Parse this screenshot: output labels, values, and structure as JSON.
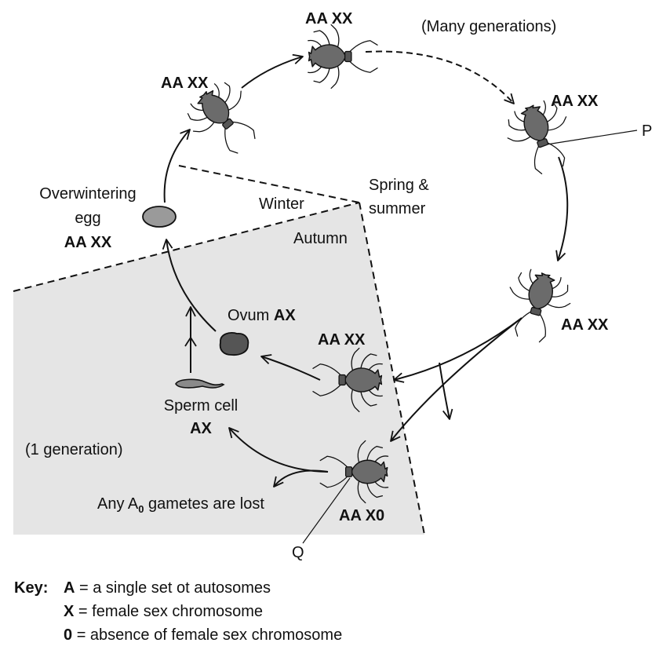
{
  "stages": {
    "top_left": "AA XX",
    "top": "AA XX",
    "right_p": "AA XX",
    "right_lower": "AA XX",
    "autumn_female": "AA XX",
    "male": "AA X0"
  },
  "labels": {
    "many_generations": "(Many generations)",
    "overwintering_line1": "Overwintering",
    "overwintering_line2": "egg",
    "overwintering_genotype": "AA XX",
    "winter": "Winter",
    "spring_summer_line1": "Spring &",
    "spring_summer_line2": "summer",
    "autumn": "Autumn",
    "ovum_text": "Ovum",
    "ovum_genotype": "AX",
    "sperm_line1": "Sperm cell",
    "sperm_genotype": "AX",
    "one_generation": "(1 generation)",
    "gametes_lost_pre": "Any A",
    "gametes_lost_sub": "0",
    "gametes_lost_post": " gametes are lost",
    "point_p": "P",
    "point_q": "Q"
  },
  "key": {
    "title": "Key:",
    "rows": [
      {
        "symbol": "A",
        "text": "= a single set ot autosomes"
      },
      {
        "symbol": "X",
        "text": "= female sex chromosome"
      },
      {
        "symbol": "0",
        "text": "= absence of female sex chromosome"
      }
    ]
  }
}
